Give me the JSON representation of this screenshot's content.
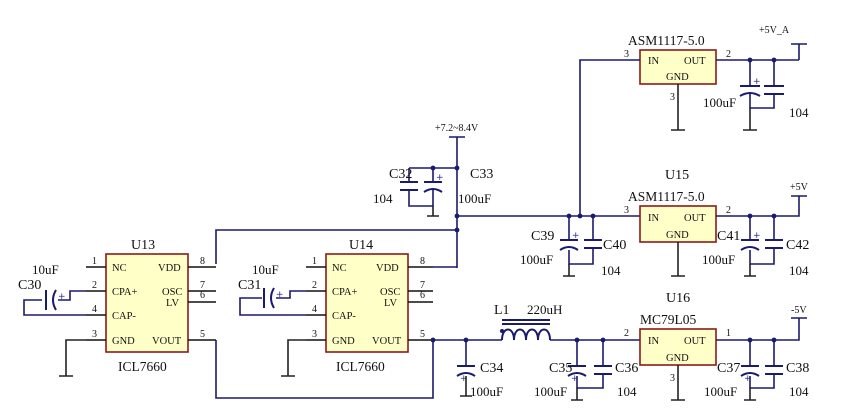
{
  "nets": {
    "p5va": "+5V_A",
    "p5v": "+5V",
    "m5v": "-5V",
    "vin": "+7.2~8.4V"
  },
  "u13": {
    "ref": "U13",
    "part": "ICL7660",
    "pins_left": [
      {
        "num": "1",
        "name": "NC"
      },
      {
        "num": "2",
        "name": "CPA+"
      },
      {
        "num": "4",
        "name": "CAP-"
      },
      {
        "num": "3",
        "name": "GND"
      }
    ],
    "pins_right": [
      {
        "num": "8",
        "name": "VDD"
      },
      {
        "num": "7",
        "name": "OSC"
      },
      {
        "num": "6",
        "name": "LV"
      },
      {
        "num": "5",
        "name": "VOUT"
      }
    ]
  },
  "u14": {
    "ref": "U14",
    "part": "ICL7660",
    "pins_left": [
      {
        "num": "1",
        "name": "NC"
      },
      {
        "num": "2",
        "name": "CPA+"
      },
      {
        "num": "4",
        "name": "CAP-"
      },
      {
        "num": "3",
        "name": "GND"
      }
    ],
    "pins_right": [
      {
        "num": "8",
        "name": "VDD"
      },
      {
        "num": "7",
        "name": "OSC"
      },
      {
        "num": "6",
        "name": "LV"
      },
      {
        "num": "5",
        "name": "VOUT"
      }
    ]
  },
  "reg_top": {
    "part": "ASM1117-5.0",
    "in": "IN",
    "out": "OUT",
    "gnd": "GND",
    "pin_in": "3",
    "pin_out": "2"
  },
  "u15": {
    "ref": "U15",
    "part": "ASM1117-5.0",
    "in": "IN",
    "out": "OUT",
    "gnd": "GND",
    "pin_in": "3",
    "pin_out": "2"
  },
  "u16": {
    "ref": "U16",
    "part": "MC79L05",
    "in": "IN",
    "out": "OUT",
    "gnd": "GND",
    "pin_in": "2",
    "pin_out": "1",
    "pin_gnd": "3"
  },
  "l1": {
    "ref": "L1",
    "value": "220uH"
  },
  "caps": {
    "c30": {
      "ref": "C30",
      "value": "10uF"
    },
    "c31": {
      "ref": "C31",
      "value": "10uF"
    },
    "c32": {
      "ref": "C32",
      "value": "104"
    },
    "c33": {
      "ref": "C33",
      "value": "100uF"
    },
    "c34": {
      "ref": "C34",
      "value": "100uF"
    },
    "c35": {
      "ref": "C35",
      "value": "100uF"
    },
    "c36": {
      "ref": "C36",
      "value": "104"
    },
    "c37": {
      "ref": "C37",
      "value": "100uF"
    },
    "c38": {
      "ref": "C38",
      "value": "104"
    },
    "c39": {
      "ref": "C39",
      "value": "100uF"
    },
    "c40": {
      "ref": "C40",
      "value": "104"
    },
    "c41": {
      "ref": "C41",
      "value": "100uF"
    },
    "c42": {
      "ref": "C42",
      "value": "104"
    },
    "top_c1": {
      "value": "100uF"
    },
    "top_c2": {
      "value": "104"
    }
  }
}
